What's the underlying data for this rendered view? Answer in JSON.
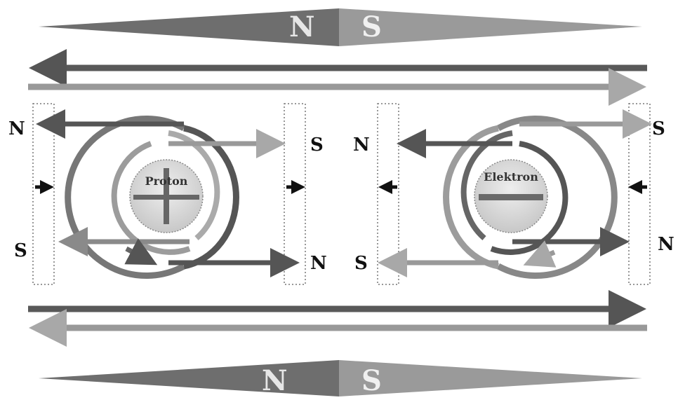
{
  "labels": {
    "top_needle_n": "N",
    "top_needle_s": "S",
    "bottom_needle_n": "N",
    "bottom_needle_s": "S",
    "proton_left": "N",
    "proton_left_bottom": "S",
    "proton_right": "S",
    "proton_right_bottom": "N",
    "electron_left": "N",
    "electron_left_bottom": "S",
    "electron_right": "S",
    "electron_right_bottom": "N",
    "proton": "Proton",
    "electron": "Elektron"
  },
  "colors": {
    "dark": "#5a5a5a",
    "mid": "#8a8a8a",
    "light": "#b4b4b4",
    "plate_fill": "#d8d8d8"
  }
}
